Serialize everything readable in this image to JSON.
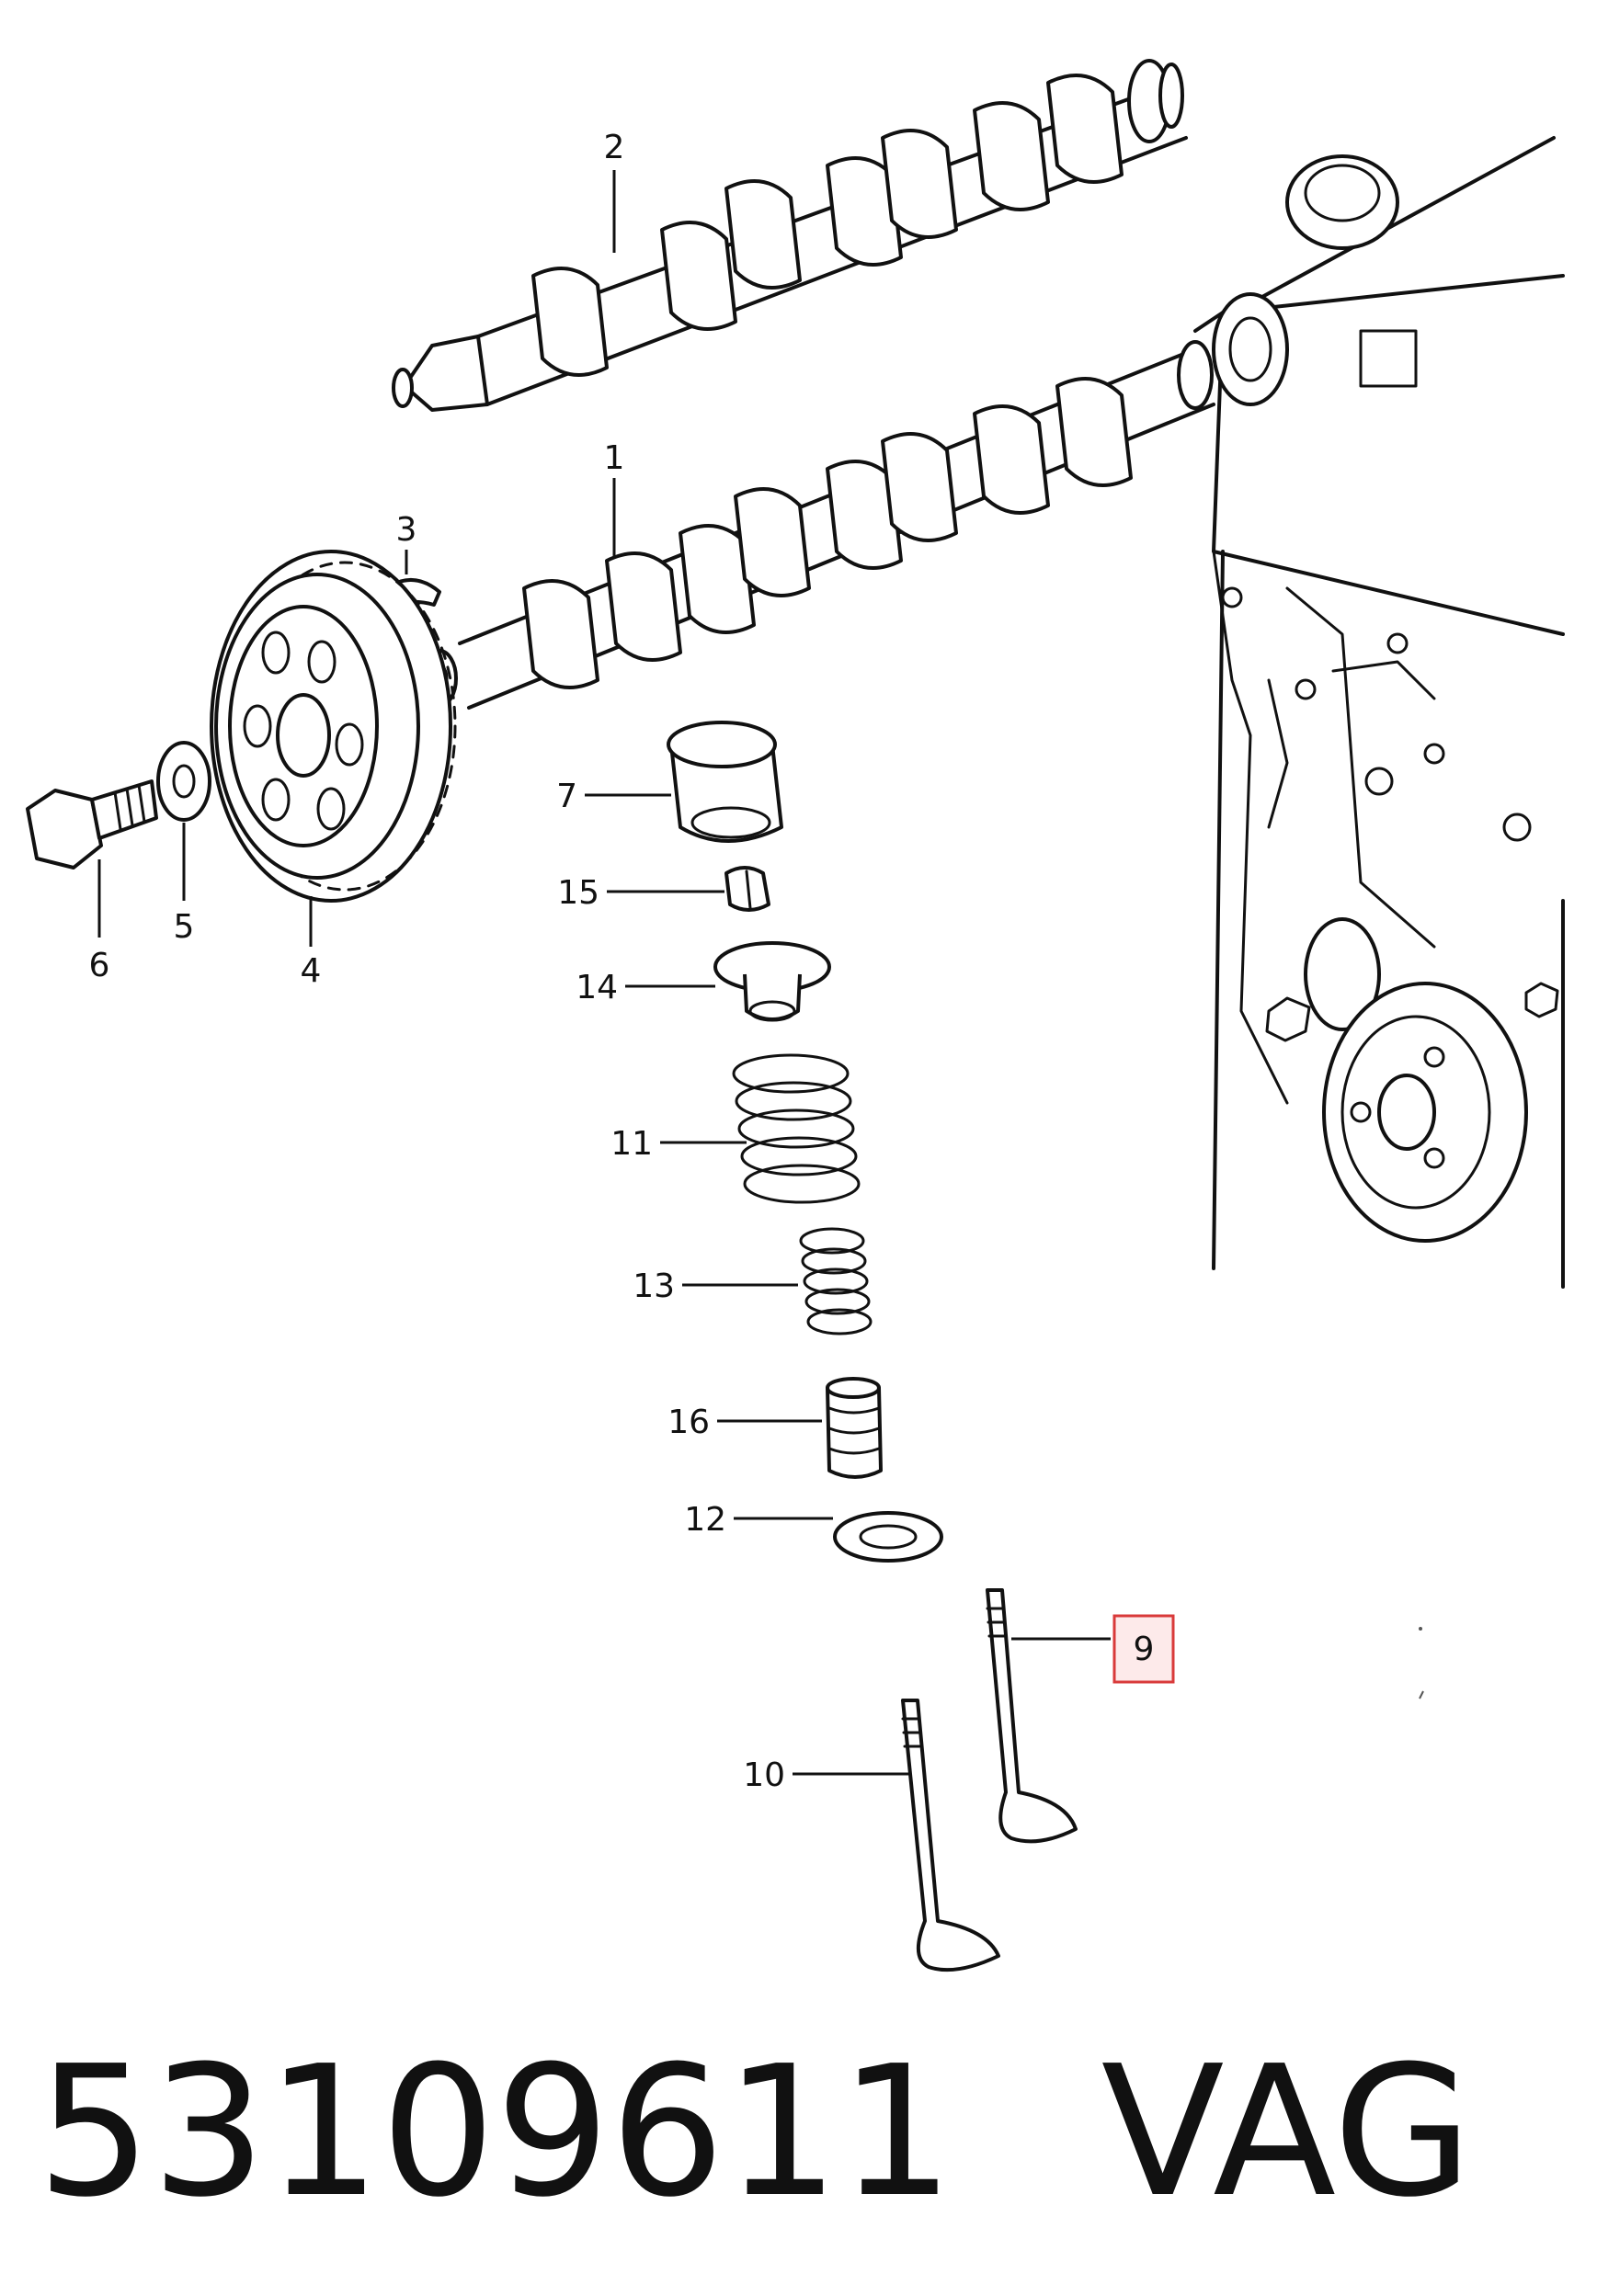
{
  "callouts": [
    {
      "id": "1",
      "label": "1"
    },
    {
      "id": "2",
      "label": "2"
    },
    {
      "id": "3",
      "label": "3"
    },
    {
      "id": "4",
      "label": "4"
    },
    {
      "id": "5",
      "label": "5"
    },
    {
      "id": "6",
      "label": "6"
    },
    {
      "id": "7",
      "label": "7"
    },
    {
      "id": "9",
      "label": "9",
      "highlighted": true
    },
    {
      "id": "10",
      "label": "10"
    },
    {
      "id": "11",
      "label": "11"
    },
    {
      "id": "12",
      "label": "12"
    },
    {
      "id": "13",
      "label": "13"
    },
    {
      "id": "14",
      "label": "14"
    },
    {
      "id": "15",
      "label": "15"
    },
    {
      "id": "16",
      "label": "16"
    }
  ],
  "footer": {
    "part_number": "53109611",
    "brand": "VAG"
  },
  "colors": {
    "line": "#111111",
    "highlight_border": "#d93a3a",
    "highlight_fill": "#fdeaea",
    "background": "#ffffff"
  }
}
